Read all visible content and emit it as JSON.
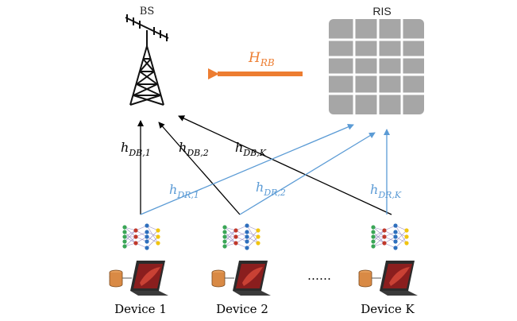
{
  "nodes": {
    "bs_label": "BS",
    "ris_label": "RIS"
  },
  "channels": {
    "h_rb": {
      "base": "H",
      "sub": "RB"
    },
    "h_db_1": {
      "base": "h",
      "sub": "DB,1"
    },
    "h_db_2": {
      "base": "h",
      "sub": "DB,2"
    },
    "h_db_k": {
      "base": "h",
      "sub": "DB,K"
    },
    "h_dr_1": {
      "base": "h",
      "sub": "DR,1"
    },
    "h_dr_2": {
      "base": "h",
      "sub": "DR,2"
    },
    "h_dr_k": {
      "base": "h",
      "sub": "DR,K"
    }
  },
  "devices": {
    "device_1": "Device 1",
    "device_2": "Device 2",
    "device_k": "Device K",
    "ellipsis": "……"
  },
  "colors": {
    "direct_link": "#000000",
    "ris_link": "#5b9bd5",
    "ris_to_bs": "#ed7d31",
    "ris_panel": "#a6a6a6",
    "ris_grid": "#ffffff"
  },
  "icons": [
    "antenna-tower-icon",
    "ris-panel-icon",
    "neural-network-icon",
    "database-icon",
    "tablet-laptop-icon"
  ]
}
